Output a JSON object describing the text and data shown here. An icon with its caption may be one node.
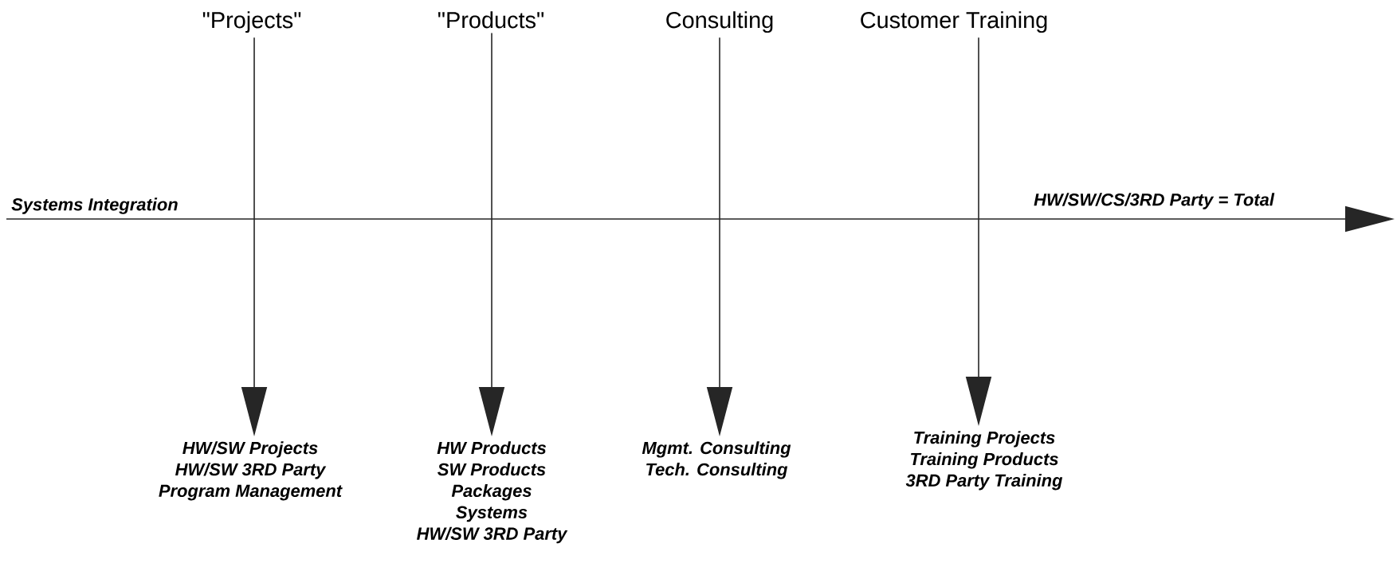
{
  "diagram": {
    "nodes": [
      {
        "text": [
          "\"Projects\""
        ]
      },
      {
        "text": [
          "\"Products\""
        ]
      },
      {
        "text": [
          "Consulting"
        ]
      },
      {
        "text": [
          "Customer Training"
        ]
      },
      {
        "text": [
          "HW/SW Projects",
          "HW/SW 3RD Party",
          "Program Management"
        ]
      },
      {
        "text": [
          "HW Products",
          "SW Products",
          "Packages",
          "Systems",
          "HW/SW 3RD Party"
        ]
      },
      {
        "text": [
          "Mgmt. Consulting",
          "Tech. Consulting"
        ]
      },
      {
        "text": [
          "Training Projects",
          "Training Products",
          "3RD Party Training"
        ]
      },
      {
        "text": [
          "Systems Integration"
        ]
      }
    ],
    "edges": [
      {
        "from": 0,
        "to": 4,
        "arrow": "to"
      },
      {
        "from": 1,
        "to": 5,
        "arrow": "to"
      },
      {
        "from": 2,
        "to": 6,
        "arrow": "to"
      },
      {
        "from": 3,
        "to": 7,
        "arrow": "to"
      },
      {
        "from": 8,
        "to": null,
        "arrow": "to",
        "label": "HW/SW/CS/3RD Party = Total"
      }
    ]
  }
}
